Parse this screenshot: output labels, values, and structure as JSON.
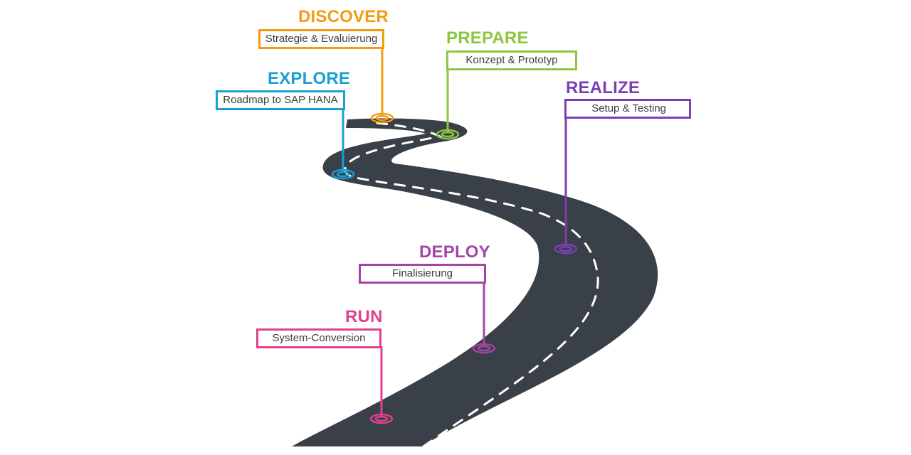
{
  "colors": {
    "road": "#3a4048",
    "marking": "#ffffff",
    "discover": "#f39c12",
    "prepare": "#8dc63f",
    "explore": "#1a9fd1",
    "realize": "#7b3fb5",
    "deploy": "#a444a8",
    "run": "#e23f8e"
  },
  "phases": {
    "discover": {
      "title": "DISCOVER",
      "label": "Strategie & Evaluierung"
    },
    "prepare": {
      "title": "PREPARE",
      "label": "Konzept & Prototyp"
    },
    "explore": {
      "title": "EXPLORE",
      "label": "Roadmap to SAP HANA"
    },
    "realize": {
      "title": "REALIZE",
      "label": "Setup & Testing"
    },
    "deploy": {
      "title": "DEPLOY",
      "label": "Finalisierung"
    },
    "run": {
      "title": "RUN",
      "label": "System-Conversion"
    }
  }
}
